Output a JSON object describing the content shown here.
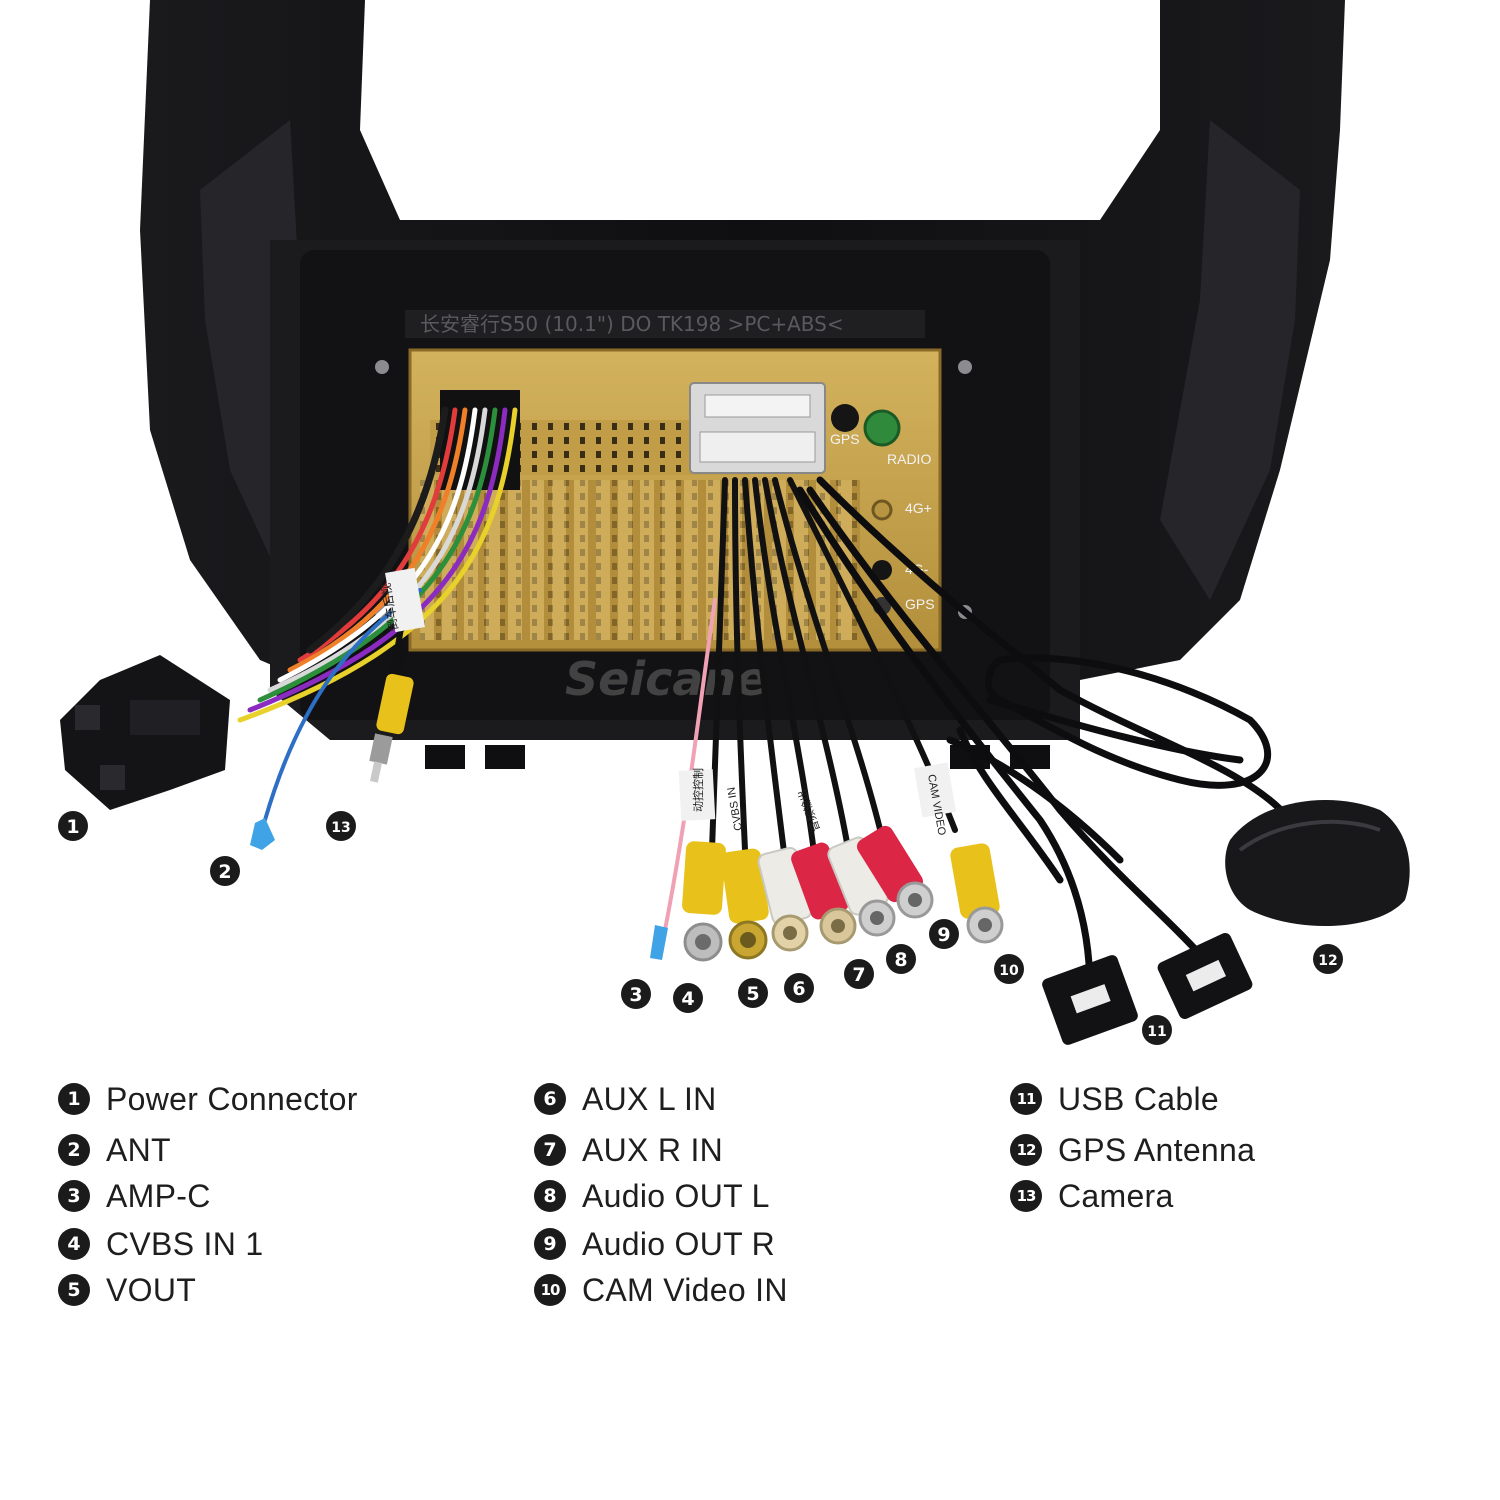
{
  "image": {
    "panel_label": "长安睿行S50 (10.1\") DO TK198 >PC+ABS<",
    "watermark": "Seicane",
    "port_labels": {
      "gps": "GPS",
      "radio": "RADIO",
      "lte_main": "4G+",
      "lte_aux": "4G-",
      "gps_lower": "GPS"
    },
    "cable_tags": [
      "倒车后视",
      "动控控制",
      "CVBS IN",
      "音频输出",
      "CAM VIDEO"
    ]
  },
  "callouts": {
    "c1": "1",
    "c2": "2",
    "c3": "3",
    "c4": "4",
    "c5": "5",
    "c6": "6",
    "c7": "7",
    "c8": "8",
    "c9": "9",
    "c10": "10",
    "c11": "11",
    "c12": "12",
    "c13": "13"
  },
  "legend": {
    "col1": [
      {
        "num": "1",
        "label": "Power Connector"
      },
      {
        "num": "2",
        "label": "ANT"
      },
      {
        "num": "3",
        "label": "AMP-C"
      },
      {
        "num": "4",
        "label": "CVBS IN 1"
      },
      {
        "num": "5",
        "label": "VOUT"
      }
    ],
    "col2": [
      {
        "num": "6",
        "label": "AUX L IN"
      },
      {
        "num": "7",
        "label": "AUX R IN"
      },
      {
        "num": "8",
        "label": "Audio OUT L"
      },
      {
        "num": "9",
        "label": "Audio OUT R"
      },
      {
        "num": "10",
        "label": "CAM Video IN"
      }
    ],
    "col3": [
      {
        "num": "11",
        "label": "USB Cable"
      },
      {
        "num": "12",
        "label": "GPS Antenna"
      },
      {
        "num": "13",
        "label": "Camera"
      }
    ]
  },
  "colors": {
    "frame": "#141416",
    "chassis": "#c7a34e",
    "rca_yellow": "#e8c21a",
    "rca_red": "#dc2646",
    "rca_white": "#ecebe6",
    "wire_blue": "#2c6fc4",
    "cable_black": "#0d0d0f"
  }
}
